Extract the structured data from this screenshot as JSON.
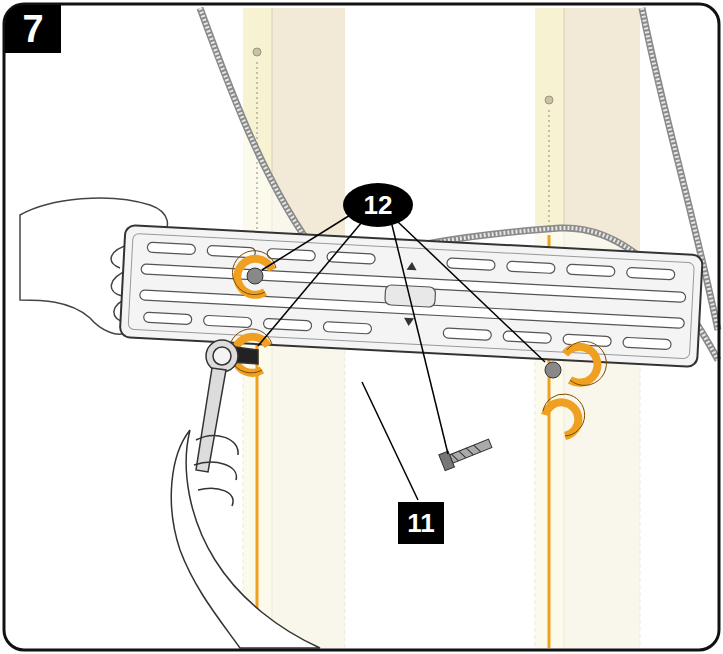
{
  "diagram": {
    "labels": [
      "7",
      "12",
      "11"
    ]
  }
}
